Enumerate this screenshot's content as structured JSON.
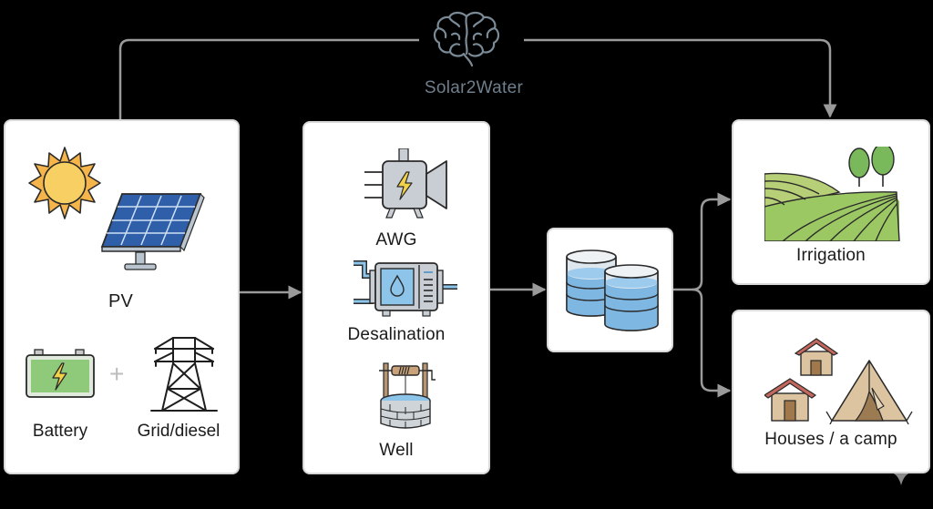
{
  "title": "Solar2Water",
  "brain_icon": "brain-icon",
  "sources": {
    "pv_label": "PV",
    "battery_label": "Battery",
    "plus_sign": "+",
    "grid_label": "Grid/diesel",
    "icons": [
      "sun-icon",
      "solar-panel-icon",
      "battery-icon",
      "power-tower-icon"
    ]
  },
  "processes": {
    "items": [
      {
        "label": "AWG",
        "icon": "awg-machine-icon"
      },
      {
        "label": "Desalination",
        "icon": "desalination-unit-icon"
      },
      {
        "label": "Well",
        "icon": "water-well-icon"
      }
    ]
  },
  "storage": {
    "icon": "water-tanks-icon"
  },
  "outputs": {
    "items": [
      {
        "label": "Irrigation",
        "icon": "farm-fields-icon"
      },
      {
        "label": "Houses / a camp",
        "icon": "houses-camp-icon"
      }
    ]
  },
  "colors": {
    "background": "#000000",
    "card": "#ffffff",
    "connector": "#9a9a9a",
    "brand_text": "#6f7f8c",
    "water": "#7fb7e3",
    "sun": "#f5b54a",
    "battery": "#8fc97a",
    "field": "#8fbf5a"
  }
}
